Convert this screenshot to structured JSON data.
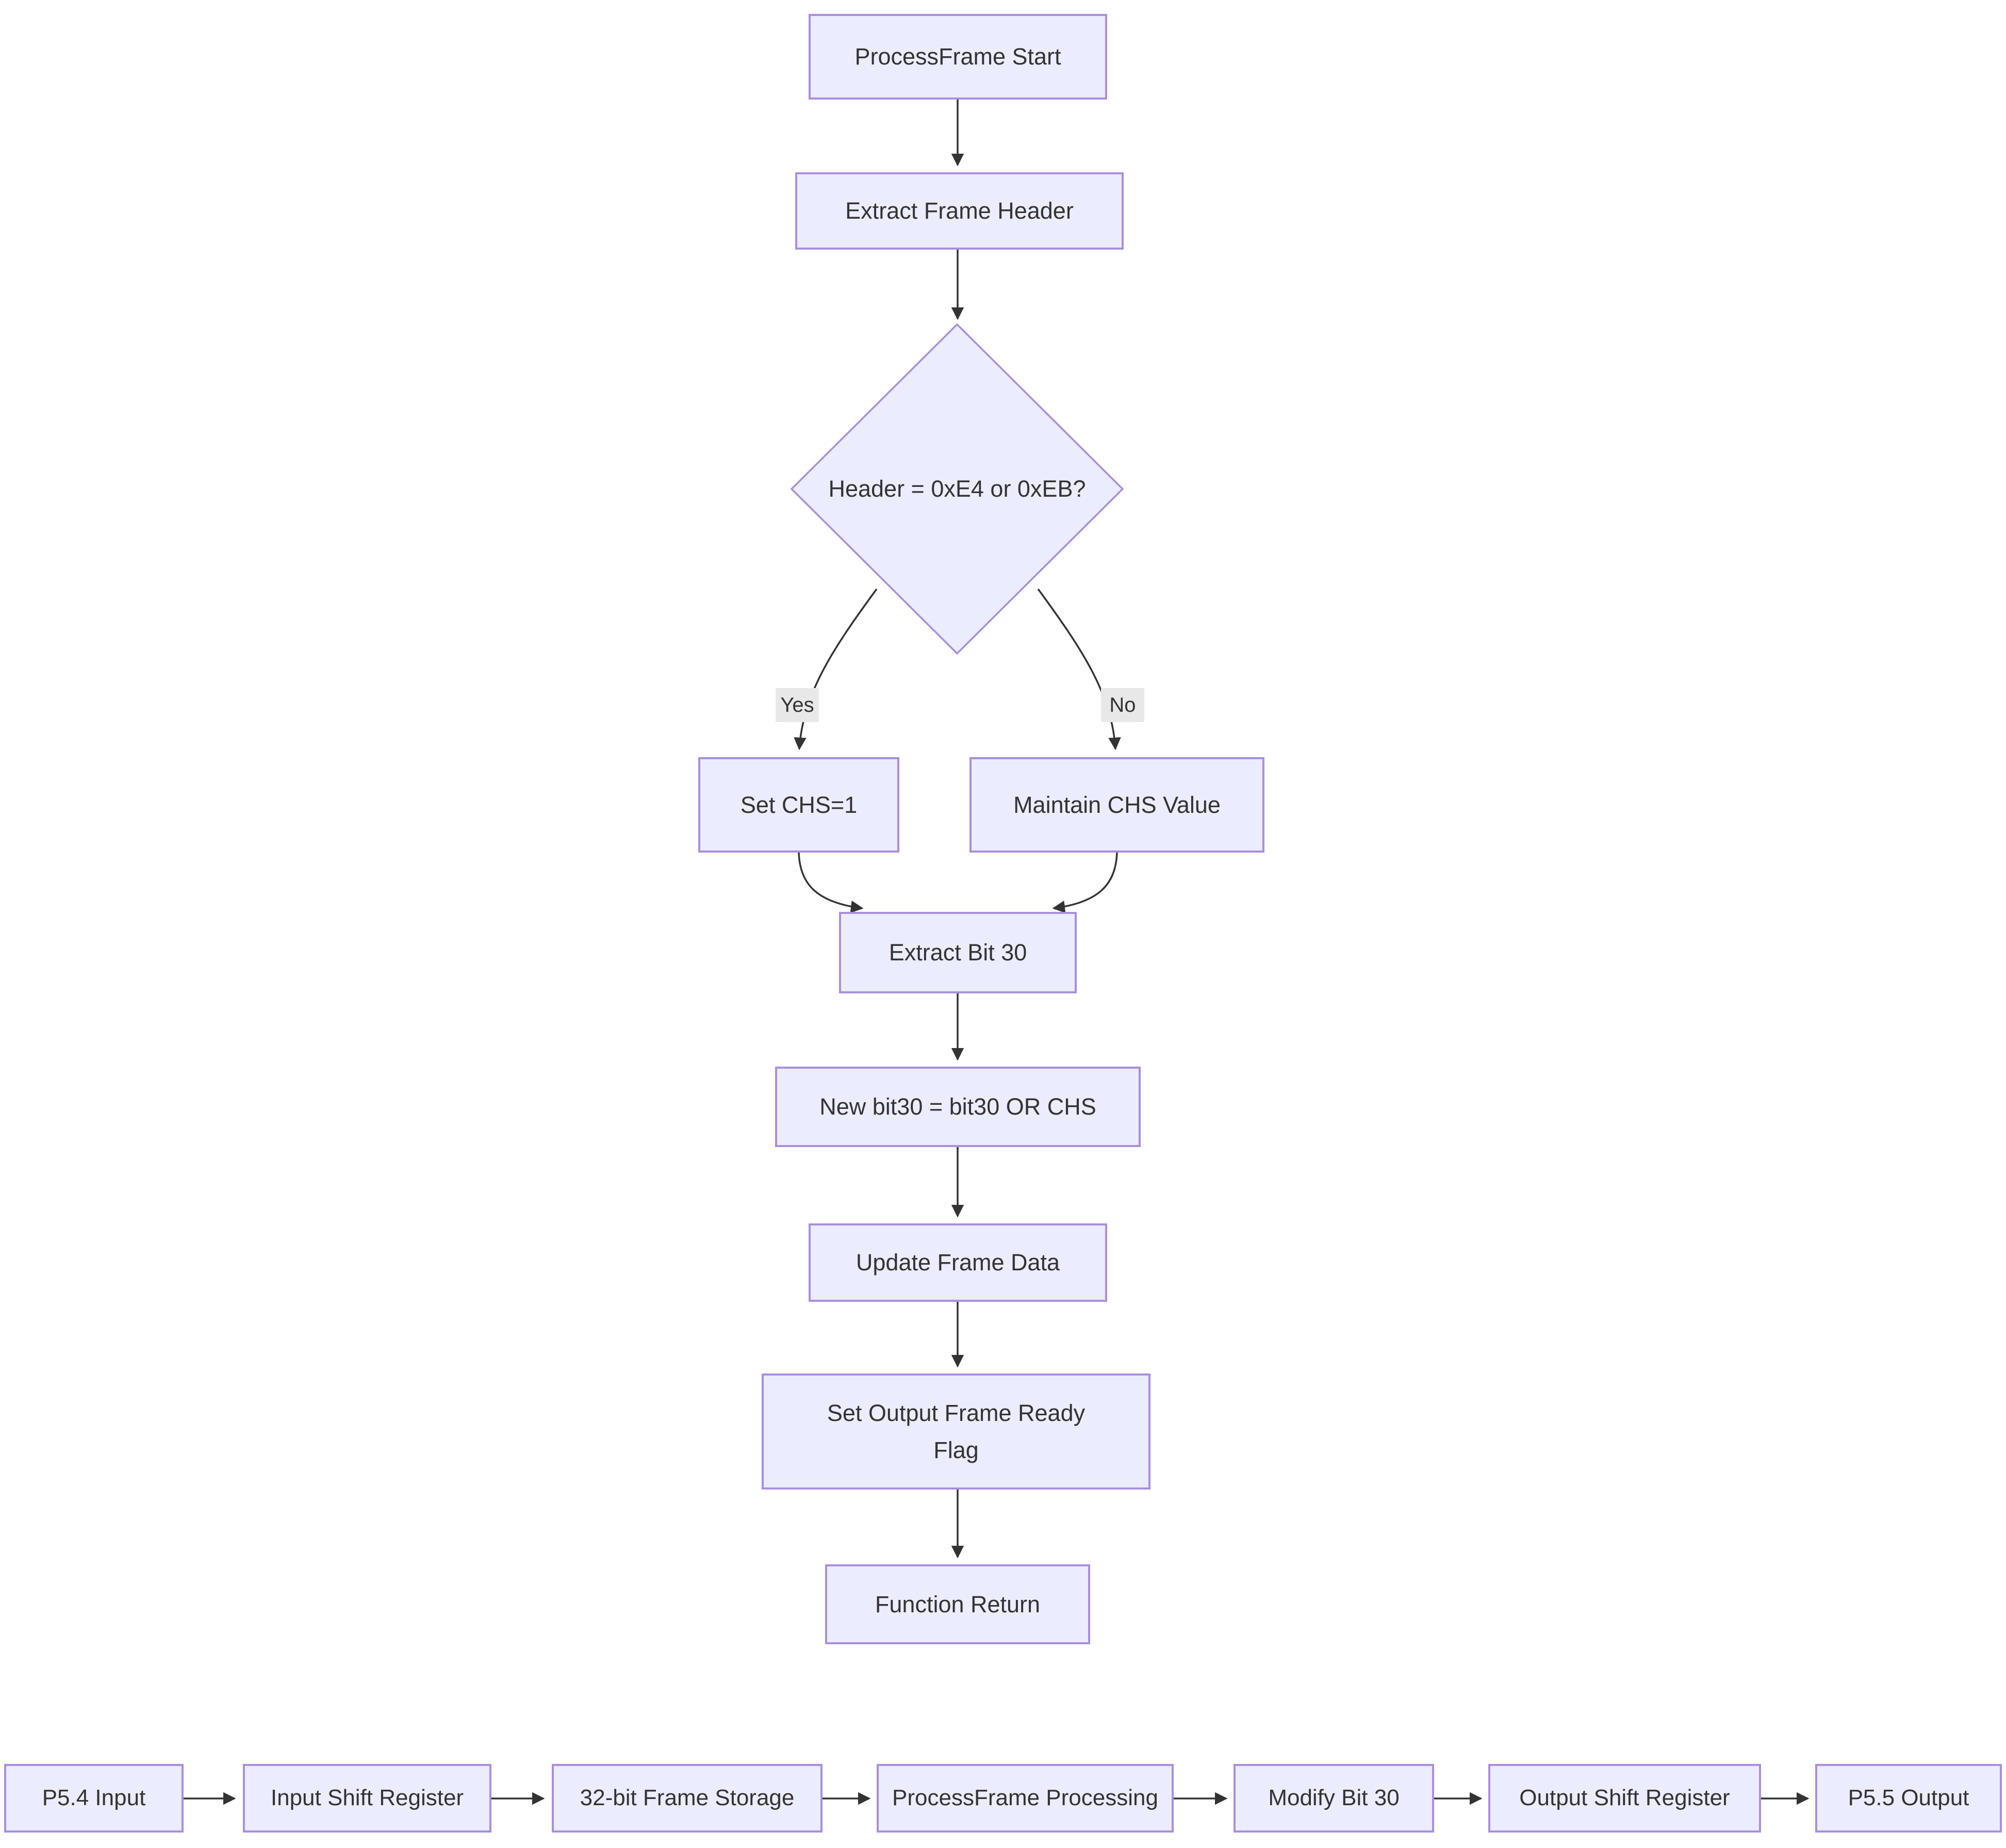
{
  "diagram": {
    "type": "flowchart",
    "colors": {
      "node_fill": "#ECECFF",
      "node_border": "#A98FDE",
      "accent": "#9370DB",
      "edge": "#333333",
      "edge_label_bg": "#e8e8e8",
      "text": "#333333",
      "background": "#ffffff"
    },
    "main_flow": {
      "nodes": [
        {
          "id": "start",
          "label": "ProcessFrame Start",
          "shape": "rect"
        },
        {
          "id": "extract_header",
          "label": "Extract Frame Header",
          "shape": "rect"
        },
        {
          "id": "header_check",
          "label": "Header = 0xE4 or 0xEB?",
          "shape": "diamond"
        },
        {
          "id": "set_chs",
          "label": "Set CHS=1",
          "shape": "rect"
        },
        {
          "id": "maintain_chs",
          "label": "Maintain CHS Value",
          "shape": "rect"
        },
        {
          "id": "extract_bit30",
          "label": "Extract Bit 30",
          "shape": "rect"
        },
        {
          "id": "new_bit30",
          "label": "New bit30 = bit30 OR CHS",
          "shape": "rect"
        },
        {
          "id": "update_frame",
          "label": "Update Frame Data",
          "shape": "rect"
        },
        {
          "id": "set_flag",
          "label": "Set Output Frame Ready Flag",
          "shape": "rect"
        },
        {
          "id": "function_return",
          "label": "Function Return",
          "shape": "rect"
        }
      ],
      "edge_labels": {
        "yes": "Yes",
        "no": "No"
      },
      "edges": [
        {
          "from": "start",
          "to": "extract_header"
        },
        {
          "from": "extract_header",
          "to": "header_check"
        },
        {
          "from": "header_check",
          "to": "set_chs",
          "label": "Yes"
        },
        {
          "from": "header_check",
          "to": "maintain_chs",
          "label": "No"
        },
        {
          "from": "set_chs",
          "to": "extract_bit30"
        },
        {
          "from": "maintain_chs",
          "to": "extract_bit30"
        },
        {
          "from": "extract_bit30",
          "to": "new_bit30"
        },
        {
          "from": "new_bit30",
          "to": "update_frame"
        },
        {
          "from": "update_frame",
          "to": "set_flag"
        },
        {
          "from": "set_flag",
          "to": "function_return"
        }
      ]
    },
    "pipeline": {
      "nodes": [
        "P5.4 Input",
        "Input Shift Register",
        "32-bit Frame Storage",
        "ProcessFrame Processing",
        "Modify Bit 30",
        "Output Shift Register",
        "P5.5 Output"
      ]
    }
  }
}
